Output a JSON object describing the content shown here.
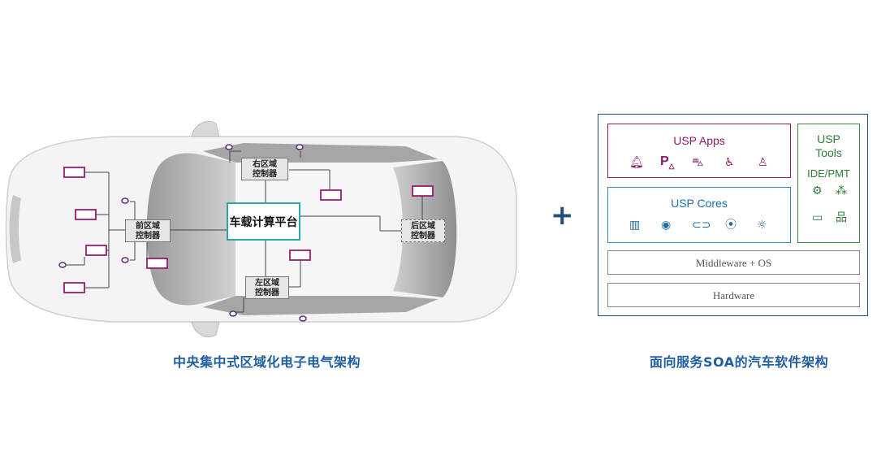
{
  "left_diagram": {
    "central": "车载计算平台",
    "controllers": {
      "front": [
        "前区域",
        "控制器"
      ],
      "right": [
        "右区域",
        "控制器"
      ],
      "left": [
        "左区域",
        "控制器"
      ],
      "rear": [
        "后区域",
        "控制器"
      ]
    },
    "caption": "中央集中式区域化电子电气架构"
  },
  "plus": "+",
  "right_diagram": {
    "apps": {
      "title": "USP Apps",
      "icons": [
        "bell-icon",
        "parking-icon",
        "driver-icon",
        "child-seat-icon",
        "person-icon"
      ]
    },
    "cores": {
      "title": "USP Cores",
      "icons": [
        "map-icon",
        "camera-icon",
        "car-icon",
        "radar-icon",
        "light-icon"
      ]
    },
    "tools": {
      "title": "USP Tools",
      "subtitle": "IDE/PMT",
      "icons": [
        "settings-icon",
        "network-icon",
        "monitor-icon",
        "hierarchy-icon"
      ]
    },
    "middleware": "Middleware + OS",
    "hardware": "Hardware",
    "caption": "面向服务SOA的汽车软件架构"
  },
  "colors": {
    "caption": "#1f5fa0",
    "apps": "#8b1a6b",
    "cores": "#2b8fc7",
    "tools": "#3a8c3a",
    "ecu": "#9b1a72",
    "sensor": "#5a2d82",
    "central_border": "#2aa6a8"
  }
}
